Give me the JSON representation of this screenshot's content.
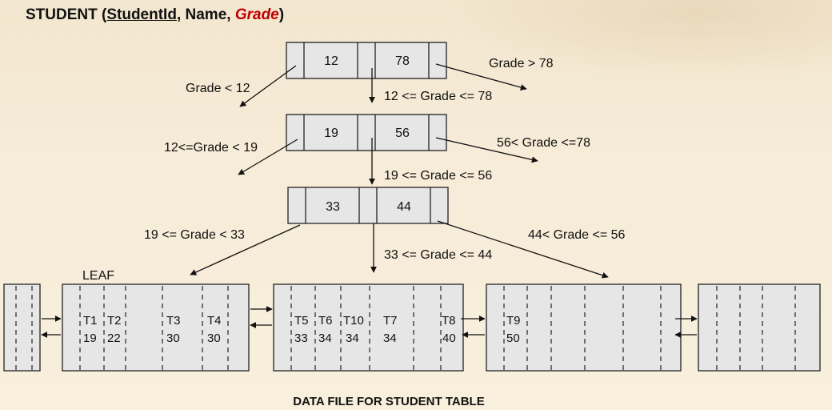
{
  "title": {
    "entity": "STUDENT",
    "open_paren": " (",
    "key_attr": "StudentId",
    "sep1": ", ",
    "attr2": "Name",
    "sep2": ", ",
    "attr3": "Grade",
    "close_paren": ")"
  },
  "nodes": {
    "root": {
      "keys": [
        "12",
        "78"
      ]
    },
    "mid": {
      "keys": [
        "19",
        "56"
      ]
    },
    "low": {
      "keys": [
        "33",
        "44"
      ]
    }
  },
  "edges": {
    "root_left": "Grade < 12",
    "root_mid": "12 <= Grade <= 78",
    "root_right": "Grade > 78",
    "mid_left": "12<=Grade < 19",
    "mid_mid": "19 <= Grade <= 56",
    "mid_right": "56< Grade <=78",
    "low_left": "19 <= Grade < 33",
    "low_mid": "33 <= Grade <= 44",
    "low_right": "44< Grade <= 56"
  },
  "leaf_label": "LEAF",
  "leaves": {
    "leaf1": {
      "ids": [
        "T1",
        "T2",
        "T3",
        "T4"
      ],
      "grades": [
        "19",
        "22",
        "30",
        "30"
      ]
    },
    "leaf2": {
      "ids": [
        "T5",
        "T6",
        "T10",
        "T7",
        "T8"
      ],
      "grades": [
        "33",
        "34",
        "34",
        "34",
        "40"
      ]
    },
    "leaf3": {
      "ids": [
        "T9"
      ],
      "grades": [
        "50"
      ]
    }
  },
  "footer": "DATA FILE FOR STUDENT TABLE"
}
